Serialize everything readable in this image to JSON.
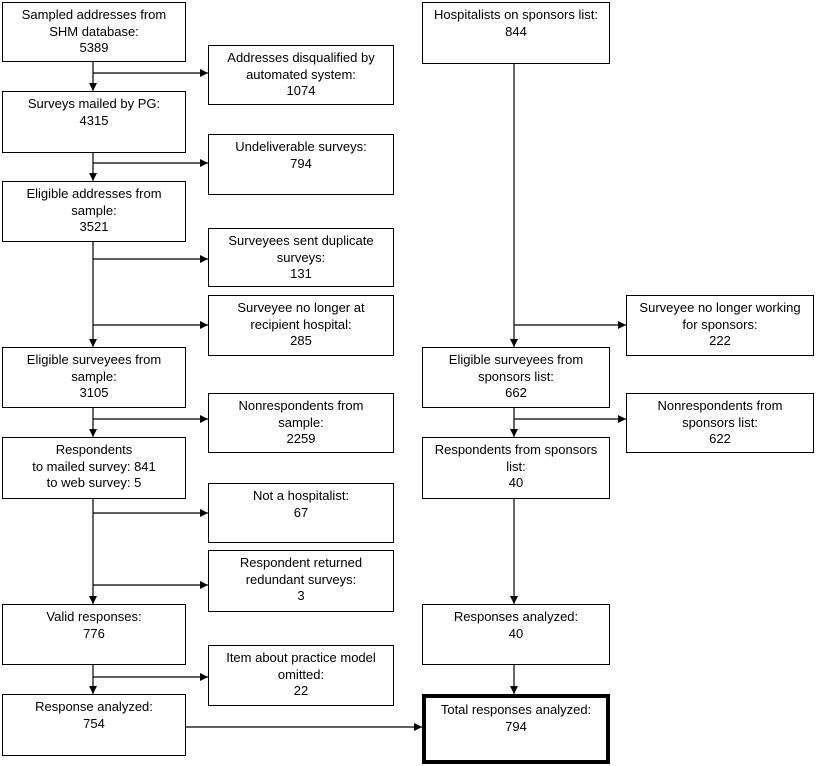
{
  "nodes": {
    "sampled": {
      "lines": [
        "Sampled addresses from",
        "SHM database:",
        "5389"
      ]
    },
    "disqualified": {
      "lines": [
        "Addresses disqualified by",
        "automated system:",
        "1074"
      ]
    },
    "mailed": {
      "lines": [
        "Surveys mailed by PG:",
        "4315"
      ]
    },
    "undeliverable": {
      "lines": [
        "Undeliverable surveys:",
        "794"
      ]
    },
    "eligible_addr": {
      "lines": [
        "Eligible addresses from",
        "sample:",
        "3521"
      ]
    },
    "duplicate": {
      "lines": [
        "Surveyees sent duplicate",
        "surveys:",
        "131"
      ]
    },
    "no_longer_hospital": {
      "lines": [
        "Surveyee no longer at",
        "recipient hospital:",
        "285"
      ]
    },
    "eligible_sample": {
      "lines": [
        "Eligible surveyees from",
        "sample:",
        "3105"
      ]
    },
    "nonresp_sample": {
      "lines": [
        "Nonrespondents from",
        "sample:",
        "2259"
      ]
    },
    "respondents": {
      "lines": [
        "Respondents",
        "to mailed survey: 841",
        "to web survey: 5"
      ]
    },
    "not_hospitalist": {
      "lines": [
        "Not a hospitalist:",
        "67"
      ]
    },
    "redundant": {
      "lines": [
        "Respondent returned",
        "redundant surveys:",
        "3"
      ]
    },
    "valid": {
      "lines": [
        "Valid responses:",
        "776"
      ]
    },
    "item_omitted": {
      "lines": [
        "Item about practice model",
        "omitted:",
        "22"
      ]
    },
    "analyzed_left": {
      "lines": [
        "Response analyzed:",
        "754"
      ]
    },
    "sponsors": {
      "lines": [
        "Hospitalists on sponsors list:",
        "844"
      ]
    },
    "no_longer_sponsor": {
      "lines": [
        "Surveyee no longer working",
        "for sponsors:",
        "222"
      ]
    },
    "eligible_sponsor": {
      "lines": [
        "Eligible surveyees from",
        "sponsors list:",
        "662"
      ]
    },
    "nonresp_sponsor": {
      "lines": [
        "Nonrespondents from",
        "sponsors list:",
        "622"
      ]
    },
    "resp_sponsor": {
      "lines": [
        "Respondents from sponsors",
        "list:",
        "40"
      ]
    },
    "analyzed_right": {
      "lines": [
        "Responses analyzed:",
        "40"
      ]
    },
    "total": {
      "lines": [
        "Total responses analyzed:",
        "794"
      ]
    }
  }
}
